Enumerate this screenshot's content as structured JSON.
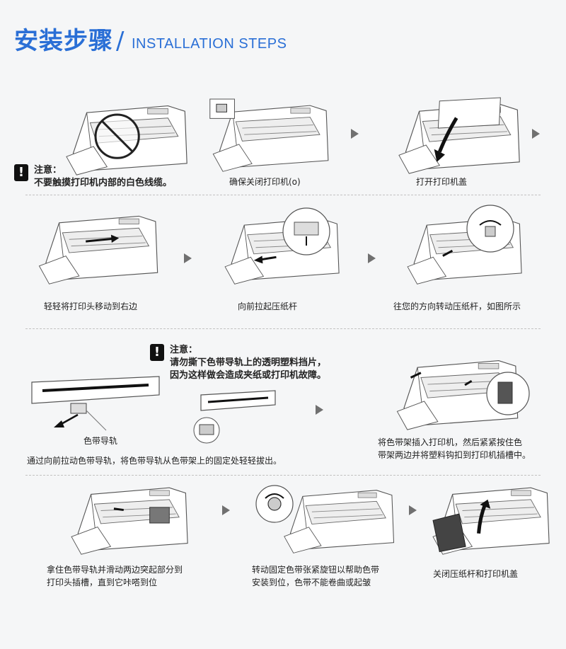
{
  "header": {
    "title_cn": "安装步骤",
    "separator": "/",
    "title_en": "INSTALLATION STEPS"
  },
  "row1": {
    "note": {
      "icon": "warning-icon",
      "title": "注意：",
      "body": "不要触摸打印机内部的白色线缆。"
    },
    "step2_caption": "确保关闭打印机(o)",
    "step3_caption": "打开打印机盖"
  },
  "row2": {
    "step4_caption": "轻轻将打印头移动到右边",
    "step5_caption": "向前拉起压纸杆",
    "step6_caption": "往您的方向转动压纸杆，如图所示"
  },
  "row3": {
    "note": {
      "icon": "warning-icon",
      "title": "注意：",
      "line1": "请勿撕下色带导轨上的透明塑料挡片，",
      "line2": "因为这样做会造成夹纸或打印机故障。"
    },
    "ribbon_guide_label": "色带导轨",
    "step7_caption": "通过向前拉动色带导轨，将色带导轨从色带架上的固定处轻轻拔出。",
    "step8_caption_line1": "将色带架插入打印机，然后紧紧按住色",
    "step8_caption_line2": "带架两边并将塑料钩扣到打印机插槽中。"
  },
  "row4": {
    "step9_caption_line1": "拿住色带导轨并滑动两边突起部分到",
    "step9_caption_line2": "打印头插槽，直到它咔嗒到位",
    "step10_caption_line1": "转动固定色带张紧旋钮以帮助色带",
    "step10_caption_line2": "安装到位，色带不能卷曲或起皱",
    "step11_caption": "关闭压纸杆和打印机盖"
  },
  "colors": {
    "title": "#2a6fd6",
    "arrow": "#707070",
    "line_art": "#555555"
  }
}
